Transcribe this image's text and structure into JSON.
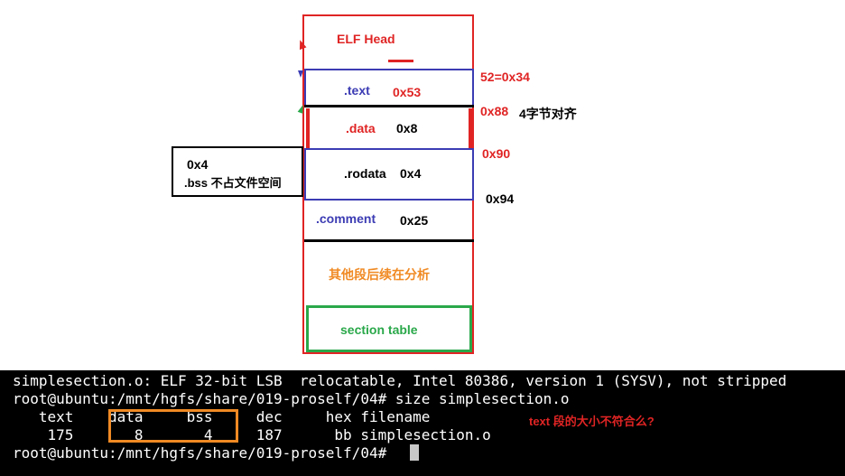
{
  "elf": {
    "head_label": "ELF Head",
    "text_name": ".text",
    "text_size": "0x53",
    "data_name": ".data",
    "data_size": "0x8",
    "rodata_name": ".rodata",
    "rodata_size": "0x4",
    "comment_name": ".comment",
    "comment_size": "0x25",
    "other_label": "其他段后续在分析",
    "section_table_label": "section table"
  },
  "offsets": {
    "text_offset": "52=0x34",
    "data_offset": "0x88",
    "data_align_note": "4字节对齐",
    "rodata_offset": "0x90",
    "comment_offset": "0x94"
  },
  "bss_note": {
    "size": "0x4",
    "label": ".bss 不占文件空间"
  },
  "terminal": {
    "line1": "simplesection.o: ELF 32-bit LSB  relocatable, Intel 80386, version 1 (SYSV), not stripped",
    "line2": "root@ubuntu:/mnt/hgfs/share/019-proself/04# size simplesection.o",
    "line3": "   text    data     bss     dec     hex filename",
    "line4": "    175       8       4     187      bb simplesection.o",
    "line5": "root@ubuntu:/mnt/hgfs/share/019-proself/04# ",
    "question": "text 段的大小不符合么?"
  },
  "colors": {
    "red": "#e02424",
    "blue": "#3c3cb4",
    "orange": "#f08a24",
    "green": "#2aa84a"
  }
}
